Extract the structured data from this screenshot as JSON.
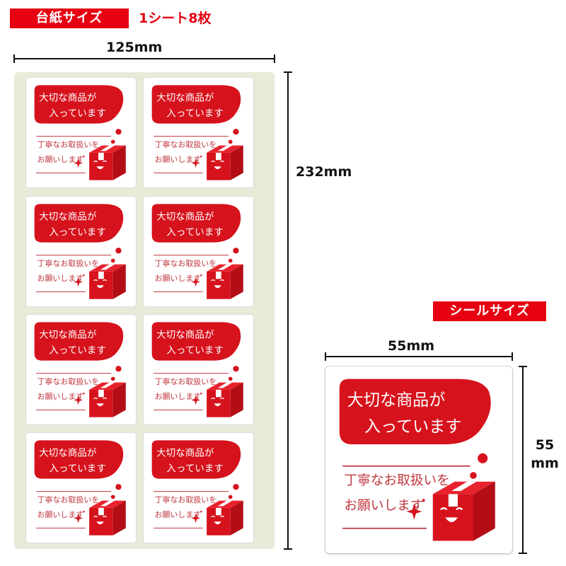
{
  "header": {
    "sheet_tag": "台紙サイズ",
    "count_text": "1シート8枚"
  },
  "dimensions": {
    "sheet_width": "125mm",
    "sheet_height": "232mm",
    "seal_tag": "シールサイズ",
    "seal_width": "55mm",
    "seal_height_value": "55",
    "seal_height_unit": "mm"
  },
  "sticker": {
    "headline_line1": "大切な商品が",
    "headline_line2": "入っています",
    "note_line1": "丁寧なお取扱いを",
    "note_line2": "お願いします",
    "illustration_icon": "smiling-box-icon",
    "sparkle_icon": "sparkle-icon"
  },
  "colors": {
    "brand_red": "#e60012",
    "sheet_backing": "#e7ecd9",
    "sticker_red": "#d6121c"
  }
}
